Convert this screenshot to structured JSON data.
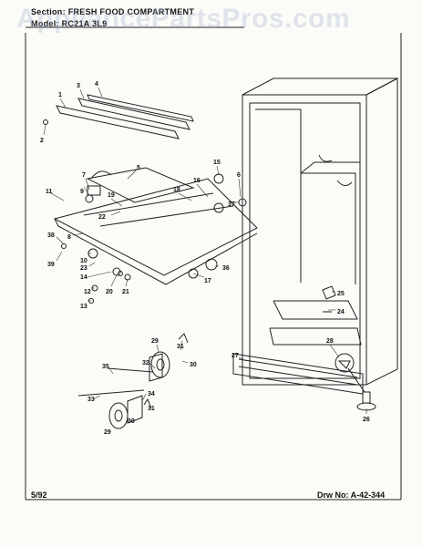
{
  "header": {
    "section_line": "Section: FRESH FOOD COMPARTMENT",
    "model_line": "Model: RC21A 3L9"
  },
  "watermark": "AppliancePartsPros.com",
  "footer": {
    "date": "5/92",
    "drawing_number": "Drw No: A-42-344"
  },
  "callouts": [
    "1",
    "2",
    "3",
    "4",
    "5",
    "6",
    "7",
    "8",
    "9",
    "10",
    "11",
    "12",
    "13",
    "14",
    "15",
    "16",
    "17",
    "18",
    "19",
    "20",
    "21",
    "22",
    "23",
    "24",
    "25",
    "26",
    "27",
    "28",
    "29",
    "30",
    "31",
    "32",
    "33",
    "34",
    "35",
    "36",
    "37",
    "38",
    "39"
  ]
}
